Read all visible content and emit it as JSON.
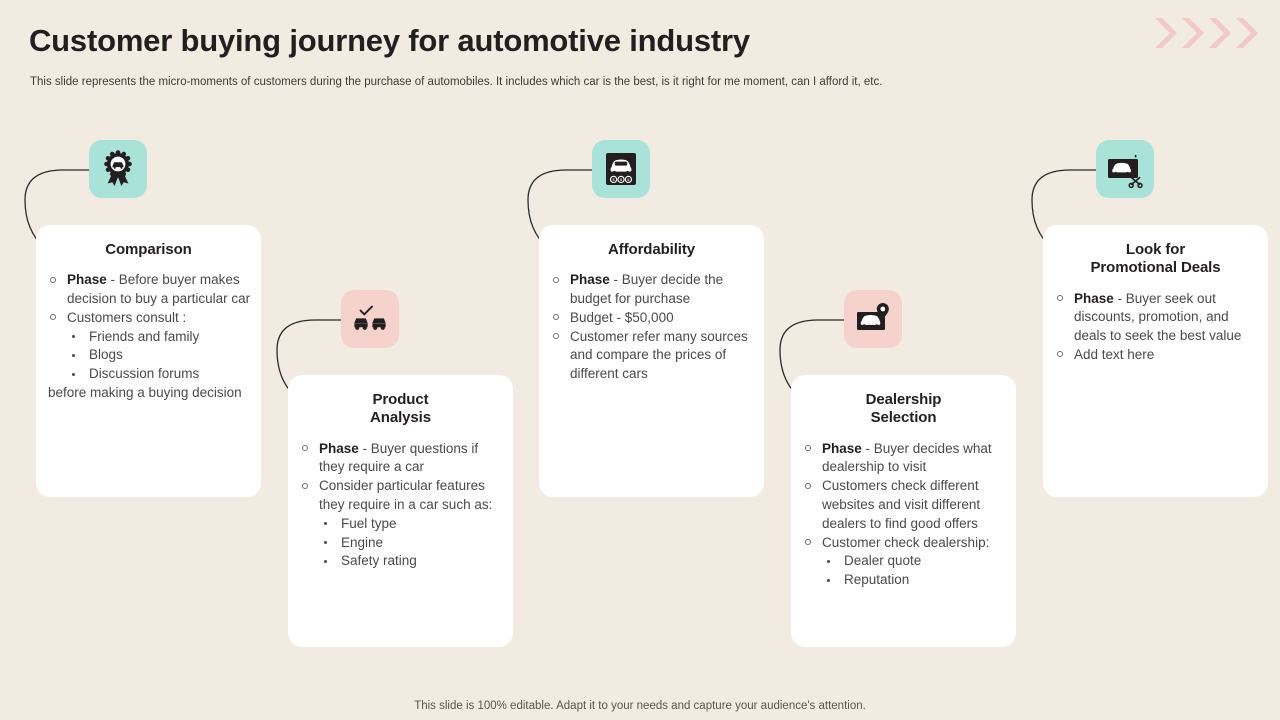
{
  "header": {
    "title": "Customer buying journey for automotive industry",
    "subtitle": "This slide represents the micro-moments of customers during the purchase of automobiles. It includes which car is the best, is it right for me moment, can I afford it,  etc.",
    "chevron_count": 4,
    "chevron_color": "#f2c9c6"
  },
  "colors": {
    "background": "#f2ebe1",
    "card": "#ffffff",
    "teal_tile": "#a9e2d9",
    "pink_tile": "#f6d2cd",
    "icon_dark": "#231f20",
    "connector": "#2b2b2b",
    "title": "#231f20",
    "body_text": "#4a4a4a"
  },
  "footer": {
    "note": "This slide is 100% editable. Adapt it to your needs and capture your audience's attention."
  },
  "nodes": [
    {
      "id": "comparison",
      "title_lines": [
        "Comparison"
      ],
      "icon": "award-ribbon-car-icon",
      "tile_color": "#a9e2d9",
      "row": "top",
      "bullets": [
        {
          "bold": "Phase",
          "text": " - Before buyer makes decision to buy a particular car"
        },
        {
          "bold": "",
          "text": "Customers consult  :",
          "sub": [
            "Friends and family",
            "Blogs",
            "Discussion forums"
          ],
          "tail": "before making a buying decision"
        }
      ]
    },
    {
      "id": "product-analysis",
      "title_lines": [
        "Product",
        "Analysis"
      ],
      "icon": "two-cars-check-icon",
      "tile_color": "#f6d2cd",
      "row": "bottom",
      "bullets": [
        {
          "bold": "Phase",
          "text": " - Buyer questions if they require a car"
        },
        {
          "bold": "",
          "text": "Consider particular features they  require in a car such as:",
          "sub": [
            "Fuel type",
            "Engine",
            "Safety rating"
          ],
          "tail": ""
        }
      ]
    },
    {
      "id": "affordability",
      "title_lines": [
        "Affordability"
      ],
      "icon": "car-coins-icon",
      "tile_color": "#a9e2d9",
      "row": "top",
      "bullets": [
        {
          "bold": "Phase",
          "text": " - Buyer decide the budget for purchase"
        },
        {
          "bold": "",
          "text": "Budget - $50,000"
        },
        {
          "bold": "",
          "text": "Customer refer many sources and compare the prices of different cars"
        }
      ]
    },
    {
      "id": "dealership-selection",
      "title_lines": [
        "Dealership",
        "Selection"
      ],
      "icon": "car-location-pin-icon",
      "tile_color": "#f6d2cd",
      "row": "bottom",
      "bullets": [
        {
          "bold": "Phase",
          "text": " - Buyer decides what dealership to visit"
        },
        {
          "bold": "",
          "text": "Customers check different websites and visit different dealers to find good offers"
        },
        {
          "bold": "",
          "text": "Customer check dealership:",
          "sub": [
            "Dealer quote",
            "Reputation"
          ],
          "tail": ""
        }
      ]
    },
    {
      "id": "promotional-deals",
      "title_lines": [
        "Look for",
        "Promotional Deals"
      ],
      "icon": "car-coupon-scissors-icon",
      "tile_color": "#a9e2d9",
      "row": "top",
      "bullets": [
        {
          "bold": "Phase",
          "text": " - Buyer seek out discounts, promotion, and deals to seek the best value"
        },
        {
          "bold": "",
          "text": "Add text here"
        }
      ]
    }
  ]
}
